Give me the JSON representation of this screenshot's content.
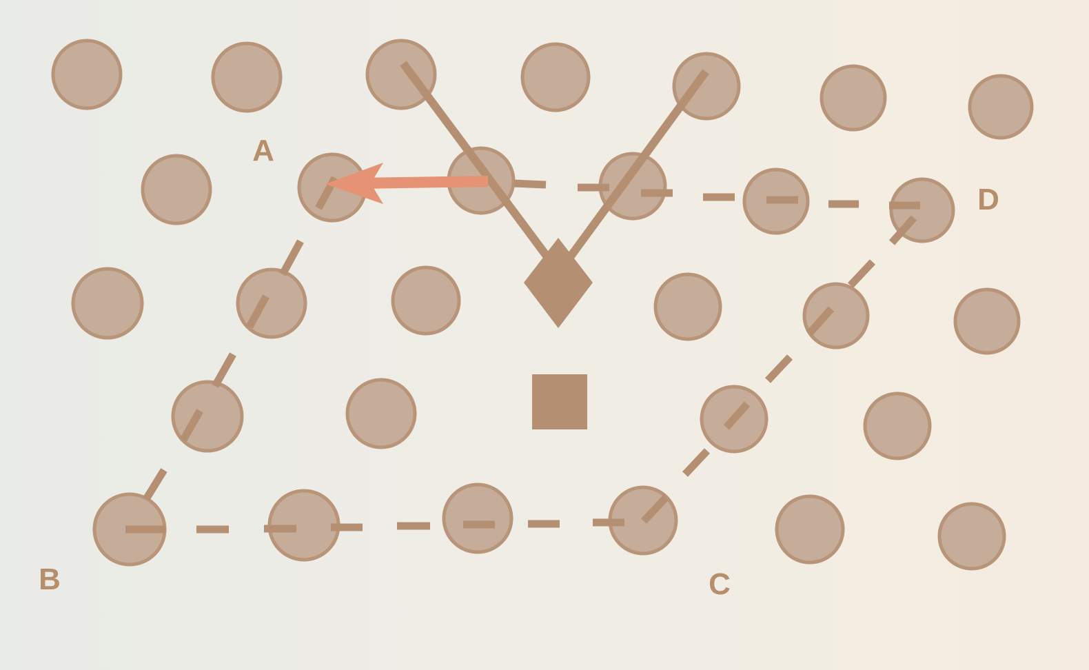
{
  "labels": {
    "a": "A",
    "b": "B",
    "c": "C",
    "d": "D"
  },
  "colors": {
    "circle_fill": "#c5ad9a",
    "circle_stroke": "#b89479",
    "line": "#b48f72",
    "shape": "#b48f72",
    "arrow": "#e69275",
    "label": "#b68e6c"
  }
}
